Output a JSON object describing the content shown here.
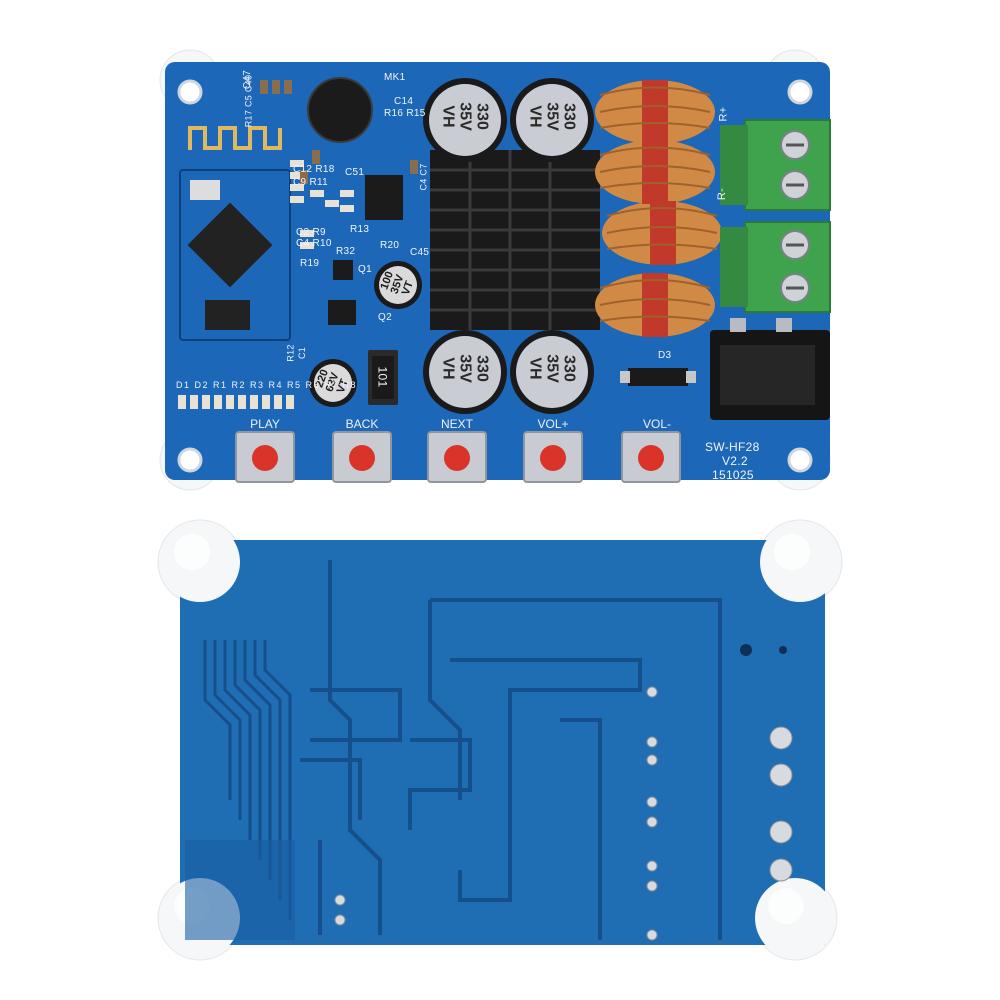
{
  "colors": {
    "background": "#ffffff",
    "pcb_blue": "#1c67b8",
    "pcb_blue_back": "#1f6db3",
    "heatsink": "#1a1a1a",
    "inductor_copper": "#d08a45",
    "inductor_core": "#c0392b",
    "terminal_green": "#3fa34d",
    "button_red": "#d9332a",
    "mounting_foot": "#f4f6f8"
  },
  "board_front": {
    "buttons": [
      {
        "label": "PLAY"
      },
      {
        "label": "BACK"
      },
      {
        "label": "NEXT"
      },
      {
        "label": "VOL+"
      },
      {
        "label": "VOL-"
      }
    ],
    "board_name": "SW-HF28",
    "version": "V2.2",
    "date_code": "151025",
    "big_capacitors": [
      {
        "line1": "330",
        "line2": "35V",
        "line3": "VH"
      },
      {
        "line1": "330",
        "line2": "35V",
        "line3": "VH"
      },
      {
        "line1": "330",
        "line2": "35V",
        "line3": "VH"
      },
      {
        "line1": "330",
        "line2": "35V",
        "line3": "VH"
      }
    ],
    "cap_100": {
      "line1": "100",
      "line2": "35V",
      "line3": "VT"
    },
    "cap_220": {
      "line1": "220",
      "line2": "63V",
      "line3": "VT"
    },
    "resistor_101": "101",
    "refdes": {
      "mk1": "MK1",
      "c47": "C47",
      "c14": "C14",
      "r16r15": "R16 R15",
      "c12r18": "C12 R18",
      "c9r11": "C9 R11",
      "c51": "C51",
      "c4c7": "C4 C7",
      "r13": "R13",
      "c2r9": "C2 R9",
      "c4r10": "C4 R10",
      "r32": "R32",
      "r20": "R20",
      "c45": "C45",
      "r19": "R19",
      "q1": "Q1",
      "q2": "Q2",
      "d3": "D3",
      "rplus": "R+",
      "rminus": "R-",
      "r17": "R17 C5 C40",
      "d1d2": "D1 D2 R1 R2 R3 R4 R5 R6 R7 R8",
      "r12": "R12",
      "c1": "C1"
    }
  }
}
